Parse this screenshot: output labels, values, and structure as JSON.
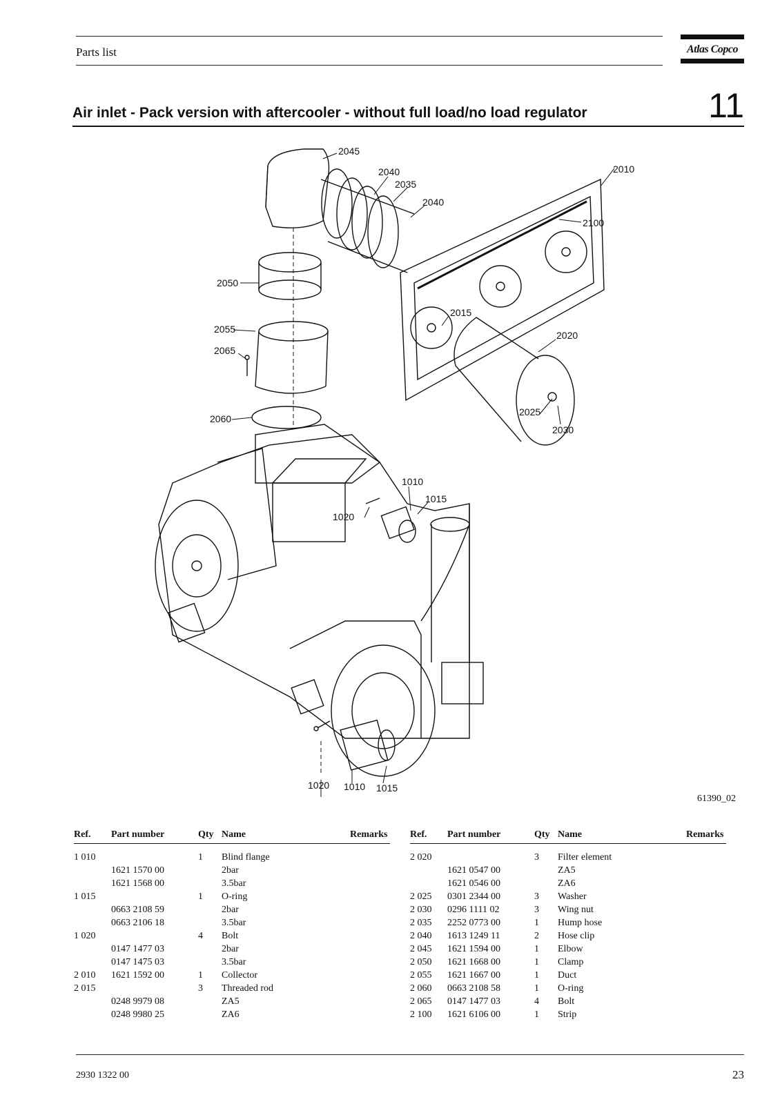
{
  "header": {
    "section_label": "Parts list",
    "logo_text": "Atlas Copco"
  },
  "title": "Air inlet - Pack version with aftercooler - without full load/no load regulator",
  "chapter_number": "11",
  "figure": {
    "id": "61390_02",
    "callouts": [
      "2045",
      "2040",
      "2035",
      "2040",
      "2010",
      "2100",
      "2050",
      "2015",
      "2020",
      "2055",
      "2065",
      "2060",
      "2025",
      "2030",
      "1010",
      "1015",
      "1020",
      "1020",
      "1010",
      "1015"
    ]
  },
  "table": {
    "columns": [
      "Ref.",
      "Part number",
      "Qty",
      "Name",
      "Remarks"
    ],
    "left_rows": [
      {
        "ref": "1 010",
        "part": "",
        "qty": "1",
        "name": "Blind flange"
      },
      {
        "ref": "",
        "part": "1621 1570 00",
        "qty": "",
        "name": "2bar"
      },
      {
        "ref": "",
        "part": "1621 1568 00",
        "qty": "",
        "name": "3.5bar"
      },
      {
        "ref": "1 015",
        "part": "",
        "qty": "1",
        "name": "O-ring"
      },
      {
        "ref": "",
        "part": "0663 2108 59",
        "qty": "",
        "name": "2bar"
      },
      {
        "ref": "",
        "part": "0663 2106 18",
        "qty": "",
        "name": "3.5bar"
      },
      {
        "ref": "1 020",
        "part": "",
        "qty": "4",
        "name": "Bolt"
      },
      {
        "ref": "",
        "part": "0147 1477 03",
        "qty": "",
        "name": "2bar"
      },
      {
        "ref": "",
        "part": "0147 1475 03",
        "qty": "",
        "name": "3.5bar"
      },
      {
        "ref": "2 010",
        "part": "1621 1592 00",
        "qty": "1",
        "name": "Collector"
      },
      {
        "ref": "2 015",
        "part": "",
        "qty": "3",
        "name": "Threaded rod"
      },
      {
        "ref": "",
        "part": "0248 9979 08",
        "qty": "",
        "name": "ZA5"
      },
      {
        "ref": "",
        "part": "0248 9980 25",
        "qty": "",
        "name": "ZA6"
      }
    ],
    "right_rows": [
      {
        "ref": "2 020",
        "part": "",
        "qty": "3",
        "name": "Filter element"
      },
      {
        "ref": "",
        "part": "1621 0547 00",
        "qty": "",
        "name": "ZA5"
      },
      {
        "ref": "",
        "part": "1621 0546 00",
        "qty": "",
        "name": "ZA6"
      },
      {
        "ref": "2 025",
        "part": "0301 2344 00",
        "qty": "3",
        "name": "Washer"
      },
      {
        "ref": "2 030",
        "part": "0296 1111 02",
        "qty": "3",
        "name": "Wing nut"
      },
      {
        "ref": "2 035",
        "part": "2252 0773 00",
        "qty": "1",
        "name": "Hump hose"
      },
      {
        "ref": "2 040",
        "part": "1613 1249 11",
        "qty": "2",
        "name": "Hose clip"
      },
      {
        "ref": "2 045",
        "part": "1621 1594 00",
        "qty": "1",
        "name": "Elbow"
      },
      {
        "ref": "2 050",
        "part": "1621 1668 00",
        "qty": "1",
        "name": "Clamp"
      },
      {
        "ref": "2 055",
        "part": "1621 1667 00",
        "qty": "1",
        "name": "Duct"
      },
      {
        "ref": "2 060",
        "part": "0663 2108 58",
        "qty": "1",
        "name": "O-ring"
      },
      {
        "ref": "2 065",
        "part": "0147 1477 03",
        "qty": "4",
        "name": "Bolt"
      },
      {
        "ref": "2 100",
        "part": "1621 6106 00",
        "qty": "1",
        "name": "Strip"
      }
    ]
  },
  "footer": {
    "doc_number": "2930 1322 00",
    "page_number": "23"
  }
}
